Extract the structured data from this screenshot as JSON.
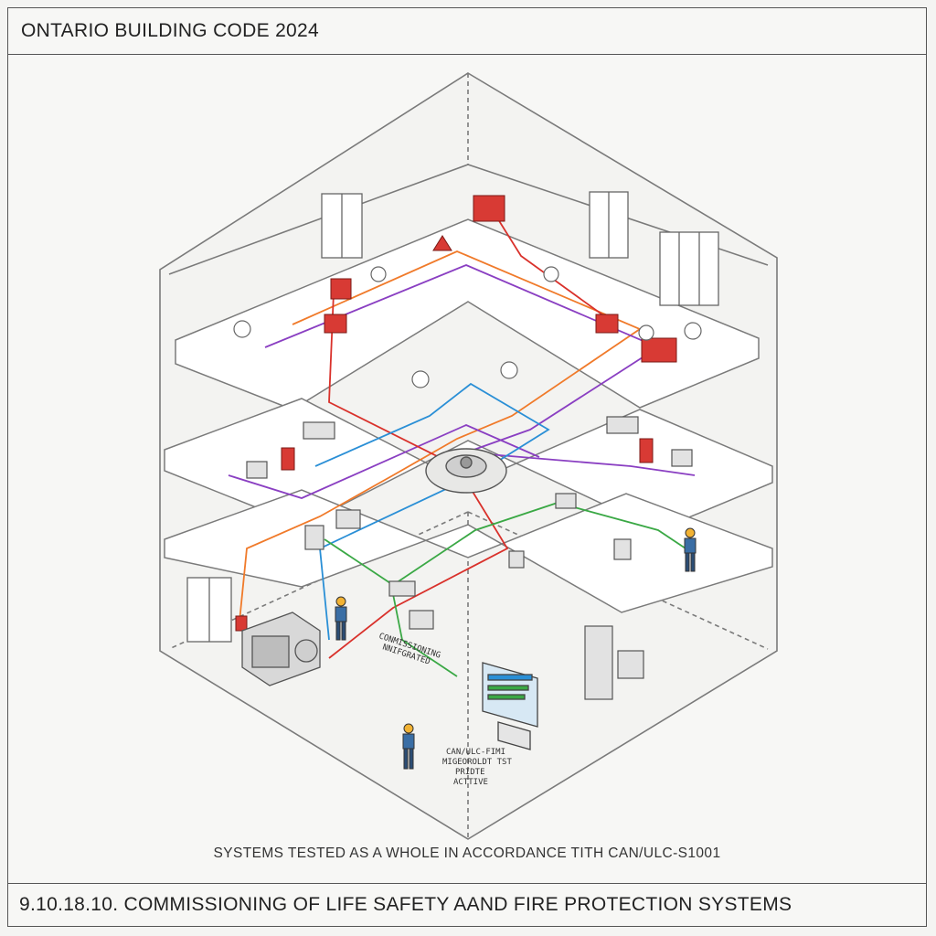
{
  "header": {
    "title": "ONTARIO BUILDING CODE  2024"
  },
  "caption": {
    "text": "SYSTEMS TESTED AS A WHOLE IN ACCORDANCE TITH CAN/ULC-S1001"
  },
  "footer": {
    "title": "9.10.18.10.  COMMISSIONING  OF LIFE  SAFETY  AAND FIRE PROTECTION SYSTEMS"
  },
  "labels": {
    "commissioning": "CONMISSIONING",
    "integrated": "NNIFGRATED",
    "test_line1": "CAN/ULC-FIMI",
    "test_line2": "MIGEOROLDT TST",
    "test_line3": "PRIDTE",
    "test_line4": "ACTTIVE"
  },
  "colors": {
    "wire_red": "#d9312b",
    "wire_orange": "#f07a2a",
    "wire_purple": "#8a3fc2",
    "wire_blue": "#2a8fd6",
    "wire_green": "#3aa845",
    "device_red": "#d83a34",
    "line_gray": "#6a6a6a"
  }
}
